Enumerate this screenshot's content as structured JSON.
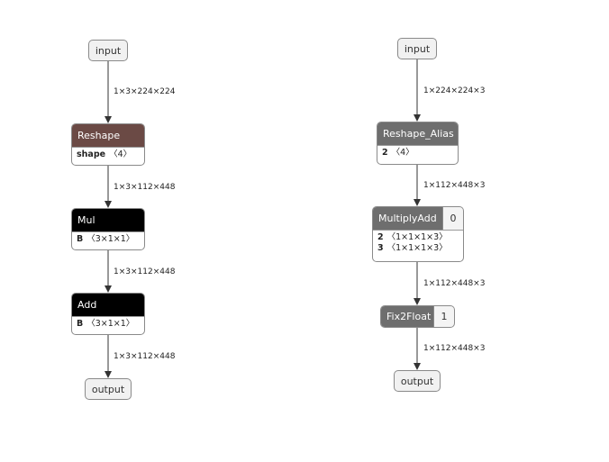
{
  "left_graph": {
    "input": "input",
    "output": "output",
    "nodes": [
      {
        "title": "Reshape",
        "attrs": [
          {
            "key": "shape",
            "value": "〈4〉"
          }
        ]
      },
      {
        "title": "Mul",
        "attrs": [
          {
            "key": "B",
            "value": "〈3×1×1〉"
          }
        ]
      },
      {
        "title": "Add",
        "attrs": [
          {
            "key": "B",
            "value": "〈3×1×1〉"
          }
        ]
      }
    ],
    "edges": [
      "1×3×224×224",
      "1×3×112×448",
      "1×3×112×448",
      "1×3×112×448"
    ]
  },
  "right_graph": {
    "input": "input",
    "output": "output",
    "nodes": [
      {
        "title": "Reshape_Alias",
        "attrs": [
          {
            "key": "2",
            "value": "〈4〉"
          }
        ]
      },
      {
        "title": "MultiplyAdd",
        "badge": "0",
        "attrs": [
          {
            "key": "2",
            "value": "〈1×1×1×3〉"
          },
          {
            "key": "3",
            "value": "〈1×1×1×3〉"
          }
        ]
      },
      {
        "title": "Fix2Float",
        "badge": "1",
        "attrs": []
      }
    ],
    "edges": [
      "1×224×224×3",
      "1×112×448×3",
      "1×112×448×3",
      "1×112×448×3"
    ]
  },
  "colors": {
    "reshape_header": "#6b4a45",
    "op_header": "#000000",
    "custom_header": "#6e6e6e",
    "io_fill": "#f1f1f1",
    "edge": "#333333"
  }
}
